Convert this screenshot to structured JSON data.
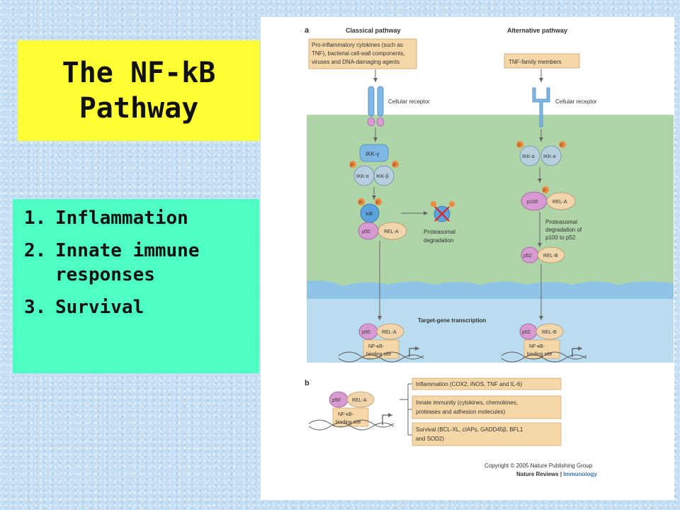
{
  "slide": {
    "title": "The NF-kB\nPathway",
    "list": [
      {
        "num": "1.",
        "text": "Inflammation"
      },
      {
        "num": "2.",
        "text": "Innate immune responses"
      },
      {
        "num": "3.",
        "text": "Survival"
      }
    ]
  },
  "colors": {
    "title_bg": "#ffff33",
    "list_bg": "#4dffc2",
    "cytoplasm": "#aed4a8",
    "nucleus": "#b9dcef",
    "label_box": "#f6d7a8",
    "kinase_blue": "#7fb8e6",
    "p50_purple": "#d89ad2",
    "rel_tan": "#f1d6ad",
    "phospho_orange": "#f08a3c"
  },
  "figure": {
    "panel_a": "a",
    "panel_b": "b",
    "classical": {
      "heading": "Classical pathway",
      "stimulus": [
        "Pro-inflammatory cytokines (such as",
        "TNF), bacterial cell-wall components,",
        "viruses and DNA-damaging agents"
      ],
      "receptor": "Cellular receptor",
      "ikk_gamma": "IKK-γ",
      "ikk_alpha": "IKK-α",
      "ikk_beta": "IKK-β",
      "ikb": "IκB",
      "p50": "p50",
      "rela": "REL-A",
      "degradation": [
        "Proteasomal",
        "degradation"
      ]
    },
    "alternative": {
      "heading": "Alternative pathway",
      "stimulus": "TNF-family members",
      "receptor": "Cellular receptor",
      "ikk_alpha": "IKK-α",
      "p100": "p100",
      "rela": "REL-A",
      "degradation": [
        "Proteasomal",
        "degradation of",
        "p100 to p52"
      ],
      "p52": "p52",
      "relb": "REL-B"
    },
    "phospho": "P",
    "target_gene": "Target-gene transcription",
    "binding_site": [
      "NF-κB-",
      "binding site"
    ],
    "panel_b_outputs": [
      [
        "Inflammation (COX2, iNOS, TNF and IL-6)"
      ],
      [
        "Innate immunity (cytokines, chemokines,",
        "proteases and adhesion molecules)"
      ],
      [
        "Survival (BCL-XL, cIAPs, GADD45β, BFL1",
        "and SOD2)"
      ]
    ],
    "copyright": "Copyright © 2005 Nature Publishing Group",
    "journal": "Nature Reviews",
    "journal_sep": " | ",
    "journal_section": "Immunology"
  }
}
